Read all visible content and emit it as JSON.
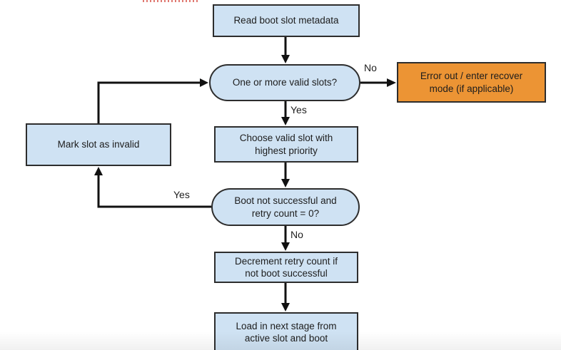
{
  "colors": {
    "node_fill_blue": "#cfe2f3",
    "node_fill_orange": "#ec9434",
    "node_border": "#2d2d2d",
    "arrow_color": "#111111",
    "text_color": "#1d1d1d",
    "dotted_color": "#e07a72"
  },
  "flowchart": {
    "nodes": [
      {
        "id": "read-metadata",
        "type": "process",
        "label": "Read boot slot metadata"
      },
      {
        "id": "valid-slots",
        "type": "decision",
        "label": "One or more valid slots?"
      },
      {
        "id": "error-out",
        "type": "process",
        "label": "Error out / enter recover mode (if applicable)",
        "color": "orange"
      },
      {
        "id": "choose-slot",
        "type": "process",
        "label": "Choose valid slot with highest priority"
      },
      {
        "id": "mark-invalid",
        "type": "process",
        "label": "Mark slot as invalid"
      },
      {
        "id": "boot-check",
        "type": "decision",
        "label": "Boot not successful and retry count = 0?"
      },
      {
        "id": "decrement-retry",
        "type": "process",
        "label": "Decrement retry count if not boot successful"
      },
      {
        "id": "load-next",
        "type": "process",
        "label": "Load in next stage from active slot and boot"
      }
    ],
    "edges": [
      {
        "from": "read-metadata",
        "to": "valid-slots",
        "label": ""
      },
      {
        "from": "valid-slots",
        "to": "error-out",
        "label": "No"
      },
      {
        "from": "valid-slots",
        "to": "choose-slot",
        "label": "Yes"
      },
      {
        "from": "choose-slot",
        "to": "boot-check",
        "label": ""
      },
      {
        "from": "boot-check",
        "to": "mark-invalid",
        "label": "Yes"
      },
      {
        "from": "mark-invalid",
        "to": "valid-slots",
        "label": ""
      },
      {
        "from": "boot-check",
        "to": "decrement-retry",
        "label": "No"
      },
      {
        "from": "decrement-retry",
        "to": "load-next",
        "label": ""
      }
    ]
  }
}
